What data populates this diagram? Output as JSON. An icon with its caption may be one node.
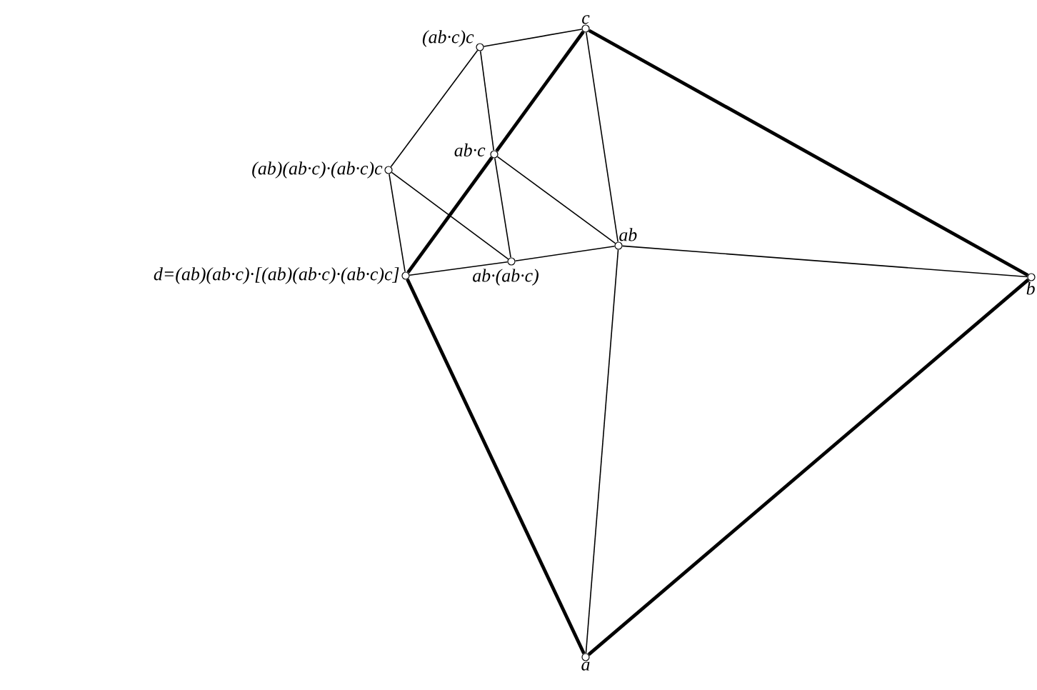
{
  "diagram": {
    "nodes": [
      {
        "text": [],
        "shape": "circle",
        "beside": [
          "c"
        ]
      },
      {
        "text": [],
        "shape": "circle",
        "beside": [
          "(ab·c)c"
        ]
      },
      {
        "text": [],
        "shape": "circle",
        "beside": [
          "ab·c"
        ]
      },
      {
        "text": [],
        "shape": "circle",
        "beside": [
          "(ab)(ab·c)·(ab·c)c"
        ]
      },
      {
        "text": [],
        "shape": "circle",
        "beside": [
          "ab"
        ]
      },
      {
        "text": [],
        "shape": "circle",
        "beside": [
          "ab·(ab·c)"
        ]
      },
      {
        "text": [],
        "shape": "circle",
        "beside": [
          "d=(ab)(ab·c)·[(ab)(ab·c)·(ab·c)c]"
        ]
      },
      {
        "text": [],
        "shape": "circle",
        "beside": [
          "b"
        ]
      },
      {
        "text": [],
        "shape": "circle",
        "beside": [
          "a"
        ]
      }
    ],
    "edges": [
      {
        "from": 0,
        "to": 7,
        "arrow": "none",
        "style": "thick"
      },
      {
        "from": 7,
        "to": 8,
        "arrow": "none",
        "style": "thick"
      },
      {
        "from": 8,
        "to": 6,
        "arrow": "none",
        "style": "thick"
      },
      {
        "from": 6,
        "to": 2,
        "arrow": "none",
        "style": "thick"
      },
      {
        "from": 2,
        "to": 0,
        "arrow": "none",
        "style": "thick"
      },
      {
        "from": 0,
        "to": 1,
        "arrow": "none"
      },
      {
        "from": 1,
        "to": 3,
        "arrow": "none"
      },
      {
        "from": 3,
        "to": 6,
        "arrow": "none"
      },
      {
        "from": 6,
        "to": 5,
        "arrow": "none"
      },
      {
        "from": 5,
        "to": 4,
        "arrow": "none"
      },
      {
        "from": 4,
        "to": 7,
        "arrow": "none"
      },
      {
        "from": 4,
        "to": 8,
        "arrow": "none"
      },
      {
        "from": 0,
        "to": 4,
        "arrow": "none"
      },
      {
        "from": 1,
        "to": 2,
        "arrow": "none"
      },
      {
        "from": 2,
        "to": 5,
        "arrow": "none"
      },
      {
        "from": 2,
        "to": 4,
        "arrow": "none"
      },
      {
        "from": 3,
        "to": 5,
        "arrow": "none"
      }
    ]
  }
}
